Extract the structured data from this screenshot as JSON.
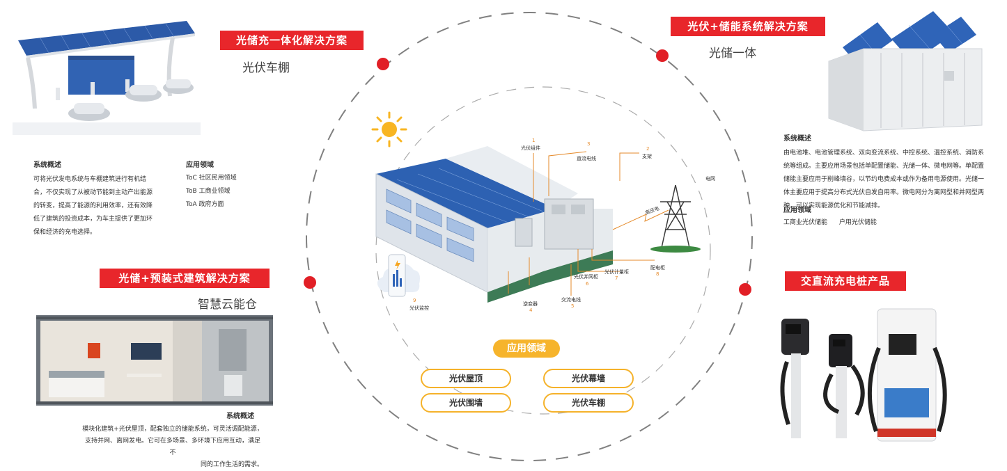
{
  "top_left": {
    "tag": "光储充一体化解决方案",
    "subtitle": "光伏车棚",
    "overview_title": "系统概述",
    "overview_lines": [
      "可将光伏发电系统与车棚建筑进行有机结",
      "合，不仅实现了从被动节能到主动产出能源",
      "的转变，提高了能源的利用效率，还有效降",
      "低了建筑的投资成本，为车主提供了更加环",
      "保和经济的充电选择。"
    ],
    "app_title": "应用领域",
    "app_items": [
      "ToC 社区民用领域",
      "ToB 工商业领域",
      "ToA 政府方面"
    ]
  },
  "top_right": {
    "tag": "光伏+储能系统解决方案",
    "subtitle": "光储一体",
    "overview_title": "系统概述",
    "overview_lines": [
      "由电池堆、电池管理系统、双向变流系统、中控系统、温控系统、消防系",
      "统等组成。主要应用场景包括单配置储能、光储一体、微电网等。单配置",
      "储能主要应用于削峰填谷，以节约电费成本或作为备用电源使用。光储一",
      "体主要应用于提高分布式光伏自发自用率。微电网分为离网型和并网型两",
      "种，可以实现能源优化和节能减排。"
    ],
    "app_title": "应用领域",
    "app_items": [
      "工商业光伏储能",
      "户用光伏储能"
    ]
  },
  "bottom_left": {
    "tag": "光储+预装式建筑解决方案",
    "subtitle": "智慧云能仓",
    "overview_title": "系统概述",
    "overview_lines": [
      "模块化建筑+光伏屋顶，配套独立的储能系统，可灵活调配能源，",
      "支持并网、离网发电。它可在多场景、多环境下应用互动，满足不",
      "同的工作生活的需求。"
    ]
  },
  "bottom_right": {
    "tag": "交直流充电桩产品"
  },
  "center": {
    "app_header": "应用领域",
    "pills": [
      "光伏屋顶",
      "光伏幕墙",
      "光伏围墙",
      "光伏车棚"
    ],
    "diagram_labels": {
      "pv_module": "光伏组件",
      "dc_cable": "直流电线",
      "bracket": "支架",
      "grid": "电网",
      "hv_line": "高压电",
      "dist_box": "配电柜",
      "pv_meter": "光伏计量柜",
      "grid_cabinet": "光伏并网柜",
      "inverter": "逆变器",
      "ac_cable": "交流电线",
      "monitor": "光伏监控"
    },
    "numbers": [
      "1",
      "2",
      "3",
      "4",
      "5",
      "6",
      "7",
      "8",
      "9"
    ]
  },
  "colors": {
    "accent_red": "#e8262b",
    "accent_yellow": "#f5b22a",
    "roof_blue": "#2f5fa8"
  }
}
